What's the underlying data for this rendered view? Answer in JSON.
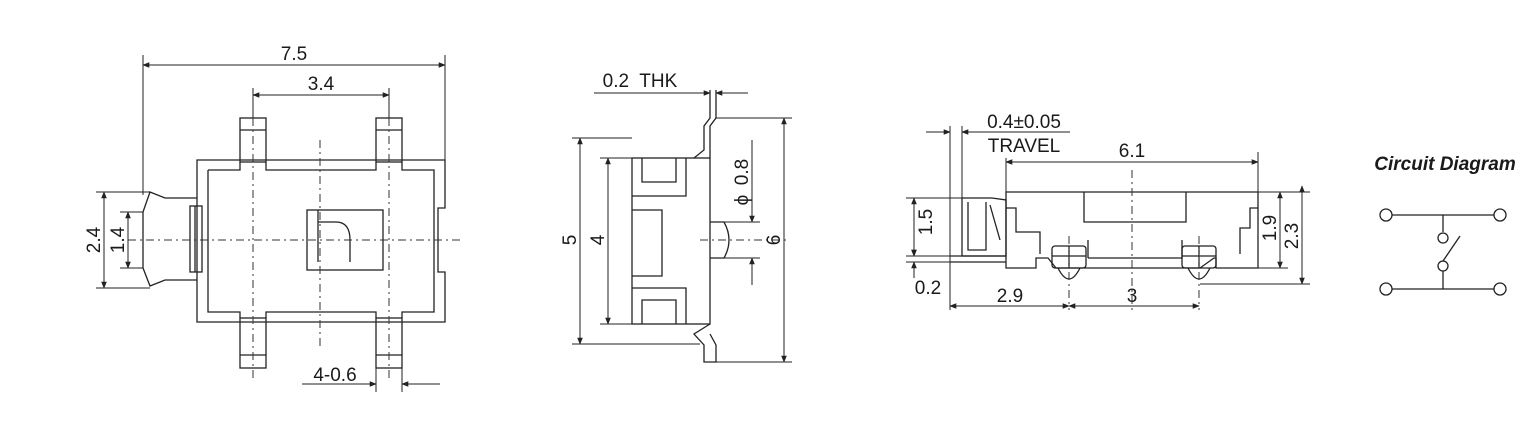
{
  "top_view": {
    "overall_width": "7.5",
    "terminal_pitch": "3.4",
    "body_height": "2.4",
    "actuator_width": "1.4",
    "terminals": "4-0.6"
  },
  "side_view": {
    "thickness": "0.2  THK",
    "actuator_diameter": "0.8",
    "diameter_symbol": "ϕ",
    "overall_height": "5",
    "body_height": "4",
    "total_height": "6"
  },
  "front_view": {
    "travel_value": "0.4±0.05",
    "travel_label": "TRAVEL",
    "length": "6.1",
    "actuator_height": "1.5",
    "base_offset": "0.2",
    "offset_a": "2.9",
    "offset_b": "3",
    "height_a": "1.9",
    "height_b": "2.3"
  },
  "circuit": {
    "title": "Circuit Diagram"
  }
}
